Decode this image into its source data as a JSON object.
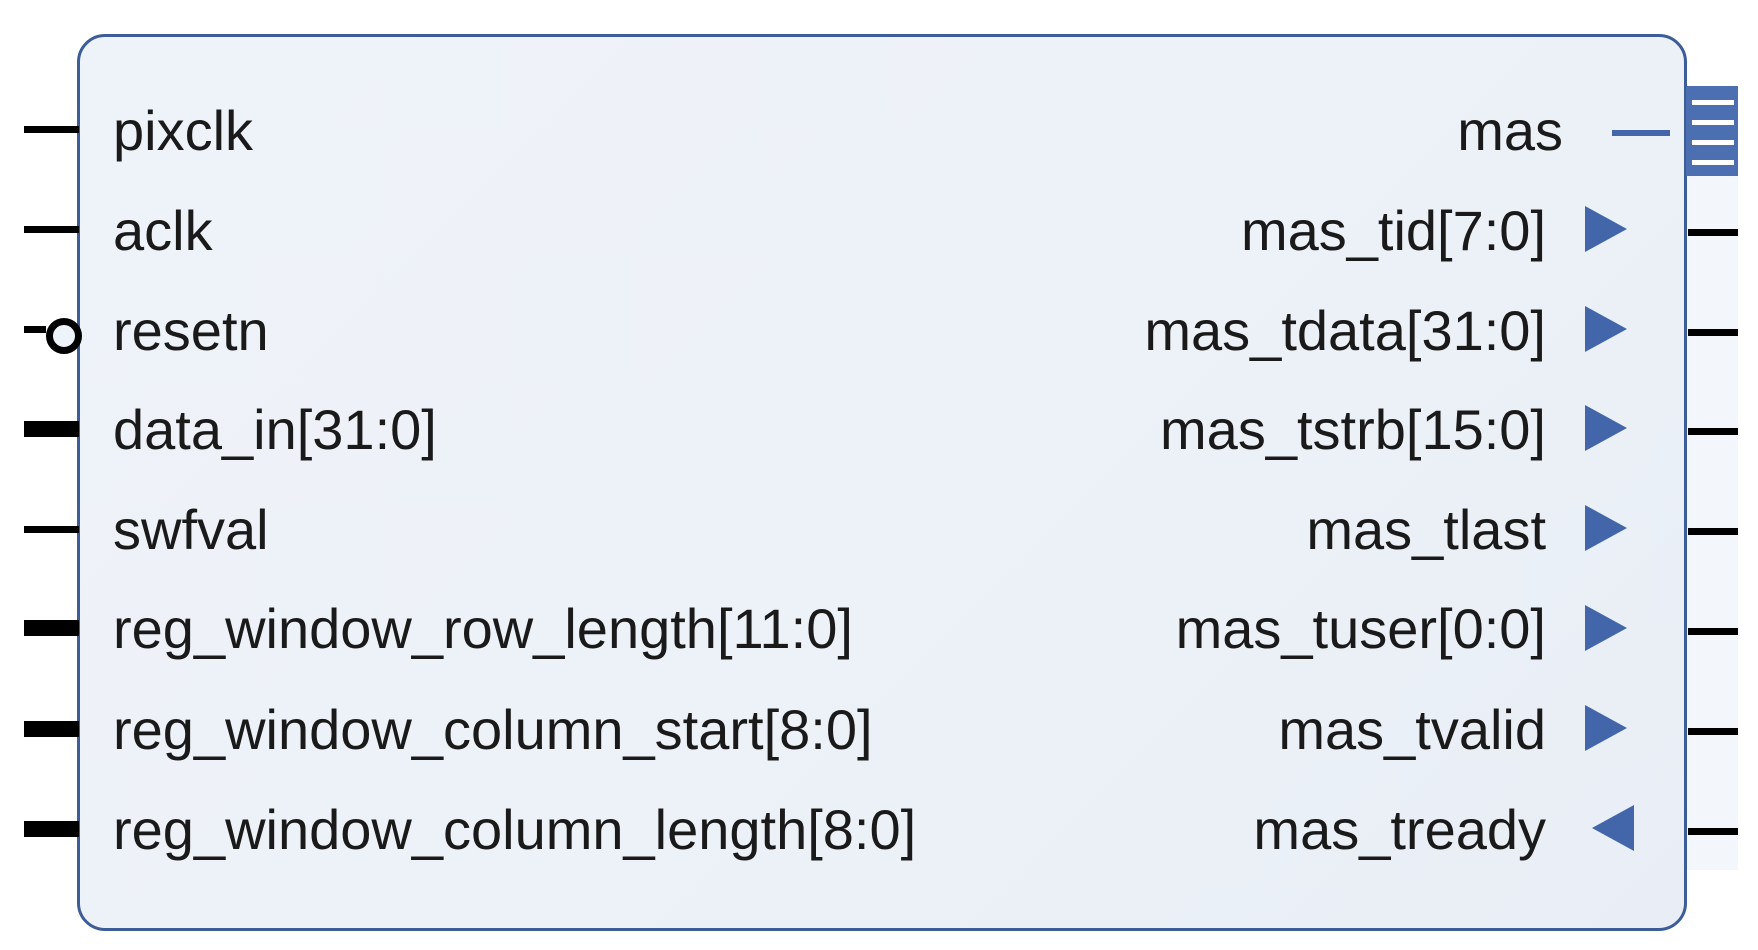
{
  "block": {
    "border_color": "#3d5d99",
    "fill_color": "#eef3f9"
  },
  "inputs": [
    {
      "label": "pixclk",
      "kind": "clock"
    },
    {
      "label": "aclk",
      "kind": "clock"
    },
    {
      "label": "resetn",
      "kind": "active-low"
    },
    {
      "label": "data_in[31:0]",
      "kind": "bus"
    },
    {
      "label": "swfval",
      "kind": "wire"
    },
    {
      "label": "reg_window_row_length[11:0]",
      "kind": "bus"
    },
    {
      "label": "reg_window_column_start[8:0]",
      "kind": "bus"
    },
    {
      "label": "reg_window_column_length[8:0]",
      "kind": "bus"
    }
  ],
  "outputs": [
    {
      "label": "mas",
      "kind": "interface"
    },
    {
      "label": "mas_tid[7:0]",
      "direction": "out"
    },
    {
      "label": "mas_tdata[31:0]",
      "direction": "out"
    },
    {
      "label": "mas_tstrb[15:0]",
      "direction": "out"
    },
    {
      "label": "mas_tlast",
      "direction": "out"
    },
    {
      "label": "mas_tuser[0:0]",
      "direction": "out"
    },
    {
      "label": "mas_tvalid",
      "direction": "out"
    },
    {
      "label": "mas_tready",
      "direction": "in"
    }
  ],
  "icons": {
    "interface": "bus-interface-icon",
    "output_arrow": "triangle-right-icon",
    "input_arrow": "triangle-left-icon"
  },
  "colors": {
    "accent": "#4266a9",
    "pin": "#000000",
    "text": "#1a1a1a"
  }
}
